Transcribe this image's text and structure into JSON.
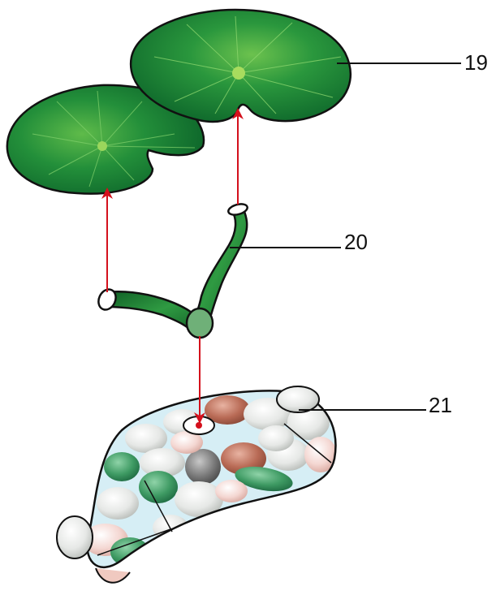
{
  "diagram": {
    "callouts": [
      {
        "id": "lily-pads",
        "label": "19"
      },
      {
        "id": "stem-tube",
        "label": "20"
      },
      {
        "id": "pebble-pot",
        "label": "21"
      }
    ],
    "colors": {
      "leaf_dark": "#0b6b2c",
      "leaf_mid": "#1f8f3c",
      "leaf_light": "#56b54a",
      "stem": "#1d7a33",
      "arrow": "#d4101c",
      "outline": "#111111",
      "pot_water": "#cfeaf3"
    }
  }
}
